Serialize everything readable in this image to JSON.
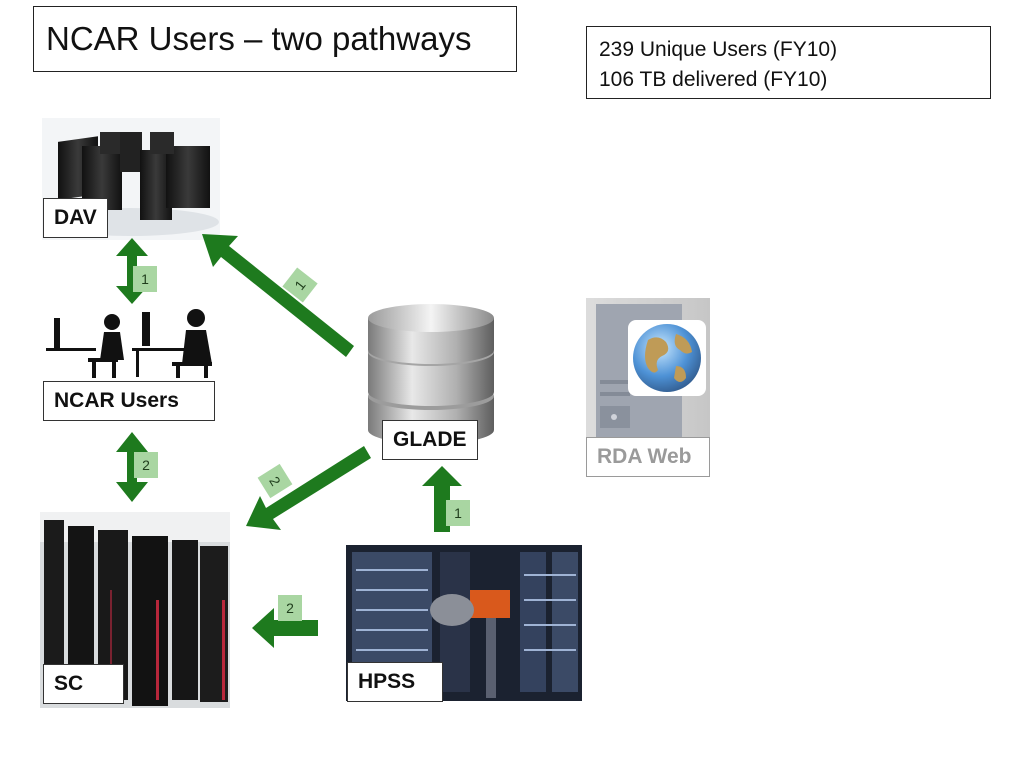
{
  "title": "NCAR Users – two pathways",
  "stats": {
    "line1": "239 Unique Users (FY10)",
    "line2": "106 TB delivered (FY10)"
  },
  "nodes": {
    "dav": "DAV",
    "ncar_users": "NCAR Users",
    "glade": "GLADE",
    "sc": "SC",
    "hpss": "HPSS",
    "rda_web": "RDA Web"
  },
  "pathway_tags": {
    "dav_users": "1",
    "glade_dav": "1",
    "users_sc": "2",
    "glade_sc": "2",
    "hpss_glade": "1",
    "hpss_sc": "2"
  },
  "colors": {
    "arrow": "#1e7a1e",
    "tag_bg": "#a9d6a2",
    "rda_inactive": "#9a9a9a"
  },
  "icons": [
    "server-cluster-image",
    "computer-users-image",
    "database-cylinder-image",
    "supercomputer-image",
    "tape-library-image",
    "web-server-globe-image"
  ]
}
